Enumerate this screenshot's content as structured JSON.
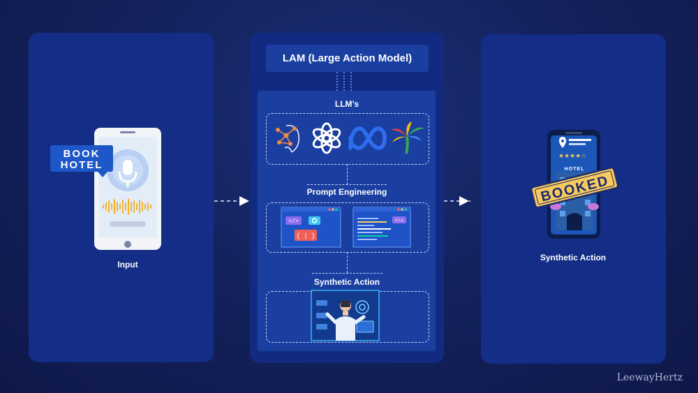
{
  "diagram": {
    "input": {
      "caption": "Input",
      "badge_line1": "BOOK",
      "badge_line2": "HOTEL"
    },
    "lam": {
      "title": "LAM (Large Action Model)",
      "llms_label": "LLM’s",
      "llm_icons": [
        "neural-brain-icon",
        "openai-icon",
        "meta-icon",
        "palm-icon"
      ],
      "prompt_label": "Prompt Engineering",
      "synthetic_label": "Synthetic Action",
      "code_tag_1": "</>",
      "code_tag_2": "{ | }",
      "code_tag_3": "<\\>"
    },
    "output": {
      "caption": "Synthetic Action",
      "hotel_sign": "HOTEL",
      "stamp": "BOOKED",
      "stars": "★★★★☆"
    },
    "brand": "LeewayHertz",
    "colors": {
      "panel": "#142d86",
      "inner": "#1a3fa0",
      "accent_blue": "#2f6df0",
      "booked_yellow": "#f7c95e",
      "badge_blue": "#1d57c8"
    }
  }
}
